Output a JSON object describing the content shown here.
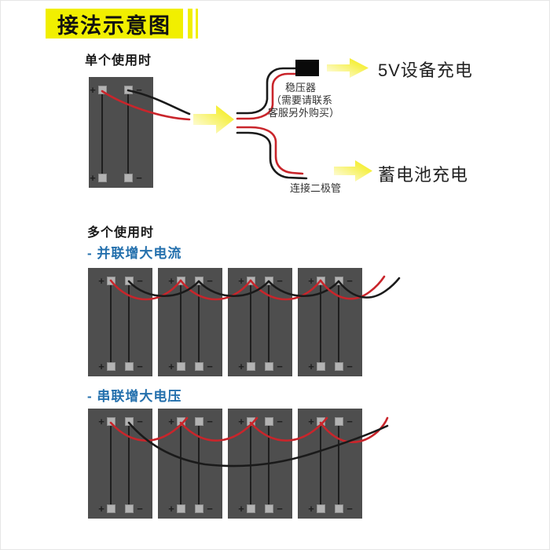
{
  "title": {
    "text": "接法示意图",
    "bg": "#f1ef00",
    "color": "#111111"
  },
  "sections": {
    "single": {
      "heading": "单个使用时"
    },
    "multi": {
      "heading": "多个使用时",
      "parallel_heading": "- 并联增大电流",
      "series_heading": "- 串联增大电压",
      "heading_color": "#2470ad"
    }
  },
  "labels": {
    "regulator": "稳压器",
    "regulator_note_line1": "（需要请联系",
    "regulator_note_line2": "客服另外购买）",
    "diode": "连接二极管",
    "charge_5v": "5V设备充电",
    "charge_battery": "蓄电池充电"
  },
  "panel": {
    "plus": "+",
    "minus": "−",
    "body_color": "#4e4e4e",
    "terminal_color": "#b3b3b3",
    "sign_color": "#1f1f1f",
    "line_color": "#1f1f1f"
  },
  "wires": {
    "red": "#c9252b",
    "black": "#1a1a1a"
  },
  "arrow": {
    "gradient_from": "#fffef5",
    "gradient_to": "#f2ea00"
  },
  "regulator_box_color": "#0a0a0a"
}
